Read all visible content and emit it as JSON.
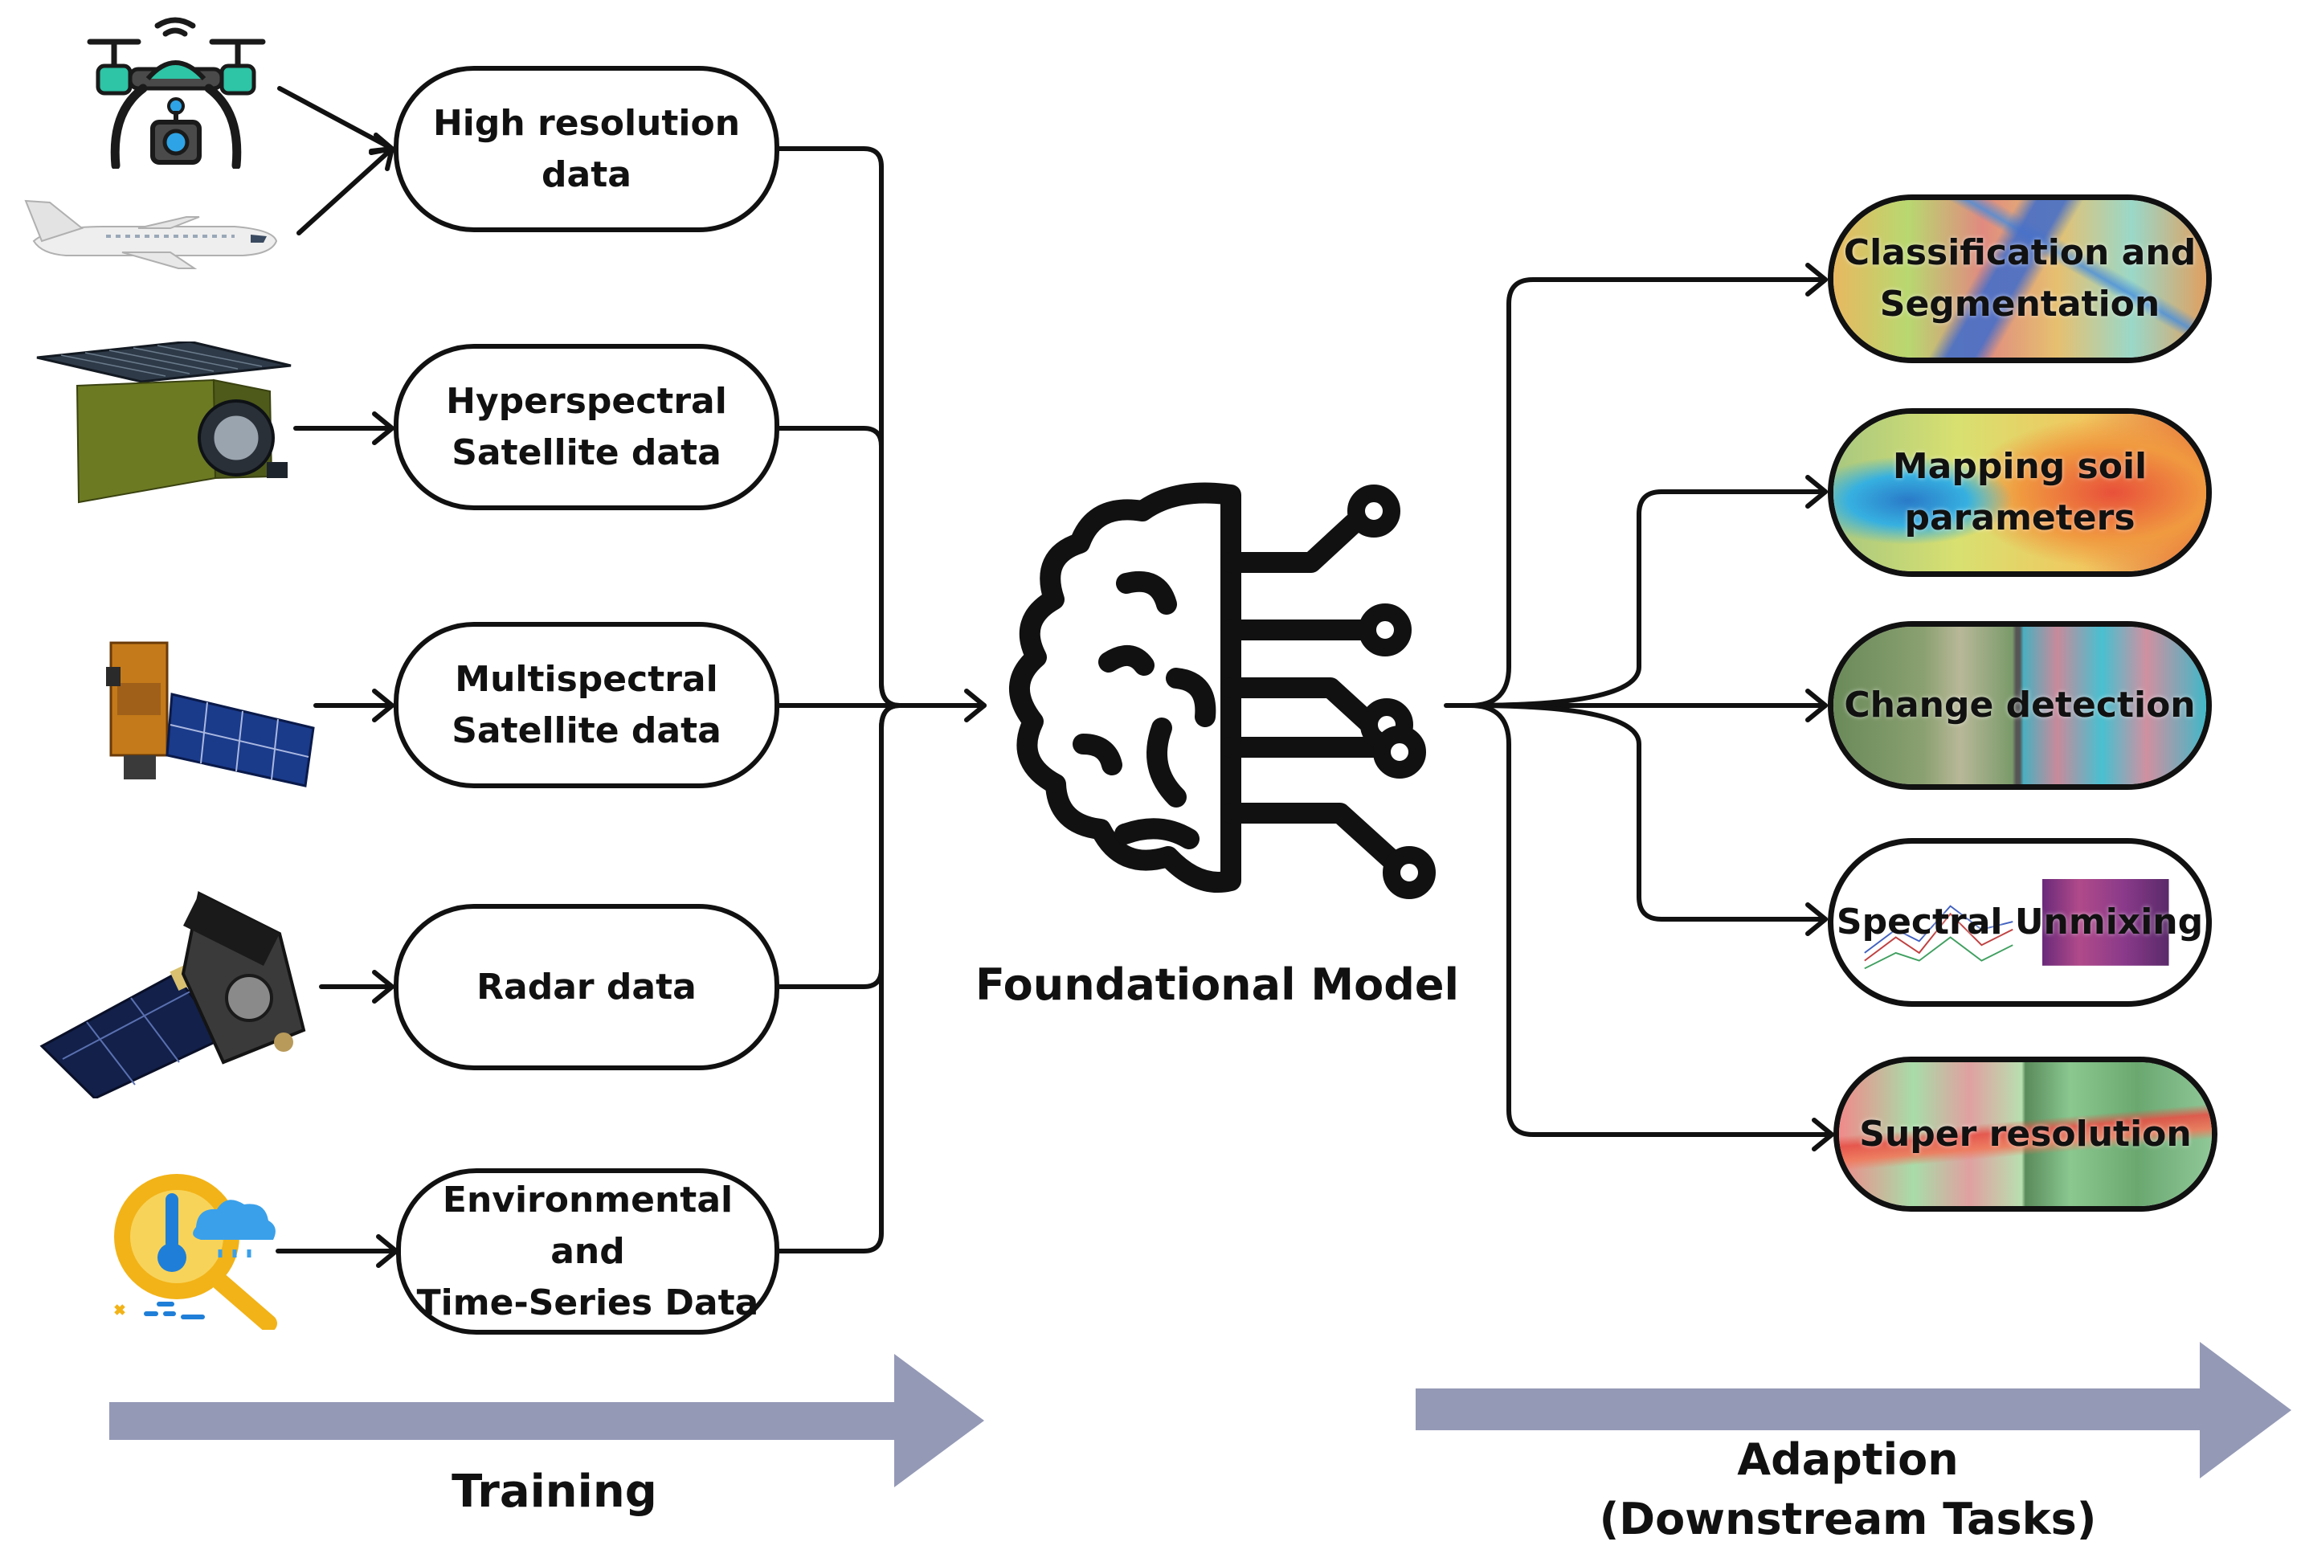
{
  "sources": [
    {
      "label": "High resolution\ndata",
      "icons": [
        "drone-icon",
        "airplane-icon"
      ]
    },
    {
      "label": "Hyperspectral\nSatellite data",
      "icons": [
        "hyperspectral-satellite-icon"
      ]
    },
    {
      "label": "Multispectral\nSatellite data",
      "icons": [
        "multispectral-satellite-icon"
      ]
    },
    {
      "label": "Radar data",
      "icons": [
        "radar-satellite-icon"
      ]
    },
    {
      "label": "Environmental and\nTime-Series Data",
      "icons": [
        "weather-search-icon"
      ]
    }
  ],
  "model": {
    "label": "Foundational Model",
    "icon": "brain-circuit-icon"
  },
  "tasks": [
    {
      "label": "Classification and\nSegmentation"
    },
    {
      "label": "Mapping soil\nparameters"
    },
    {
      "label": "Change detection"
    },
    {
      "label": "Spectral Unmixing"
    },
    {
      "label": "Super resolution"
    }
  ],
  "phases": {
    "training": "Training",
    "adaption": "Adaption\n(Downstream Tasks)"
  },
  "colors": {
    "stroke": "#111111",
    "phase_arrow": "#9499b6"
  }
}
